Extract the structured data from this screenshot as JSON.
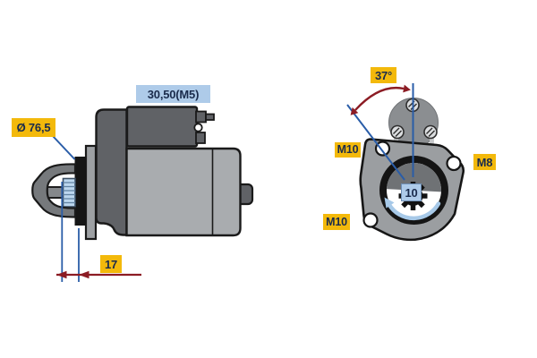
{
  "diagram": {
    "subject": "starter motor technical drawing (side view and mounting flange view)",
    "side_view": {
      "pinion_diameter_label": "Ø 76,5",
      "shaft_length_label": "30,50(M5)",
      "pinion_protrusion_label": "17"
    },
    "front_view": {
      "mounting_angle_label": "37°",
      "hole_top_left_label": "M10",
      "hole_right_label": "M8",
      "hole_bottom_left_label": "M10",
      "pinion_teeth_label": "10"
    },
    "colors": {
      "label_yellow_bg": "#F3B90B",
      "label_blue_bg": "#AECBE9",
      "label_text": "#1A2B4C",
      "leader_line_blue": "#2A5DA8",
      "dimension_red": "#8C1C24",
      "rotation_arrow_blue": "#A7C9E8",
      "body_light_gray": "#A9ACAF",
      "body_dark_gray": "#606266",
      "flange_gray": "#9B9EA1"
    }
  }
}
